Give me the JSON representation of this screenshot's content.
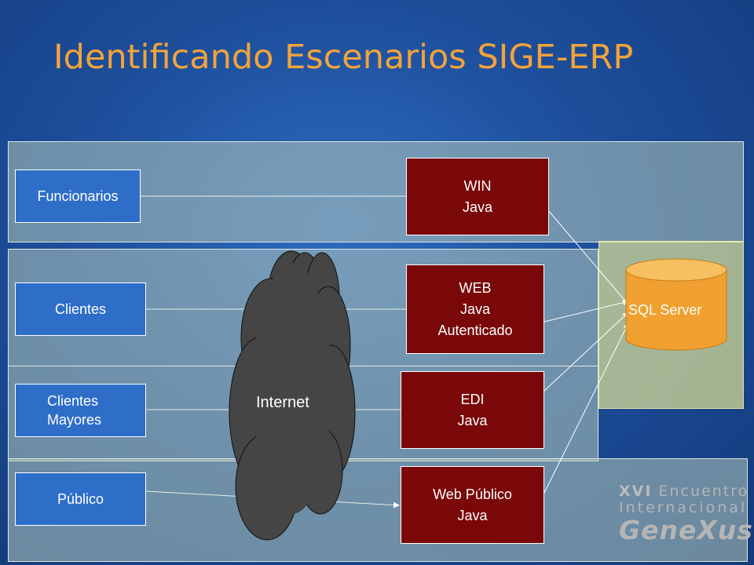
{
  "title": "Identificando Escenarios SIGE-ERP",
  "colors": {
    "title": "#f2a33a",
    "actor": "#2e6ec9",
    "system": "#7a0808",
    "cloud": "#454545",
    "database": "#f0a030",
    "lane": "#b4c8b9",
    "db_zone": "#f0f096"
  },
  "actors": [
    {
      "id": "funcionarios",
      "label": "Funcionarios"
    },
    {
      "id": "clientes",
      "label": "Clientes"
    },
    {
      "id": "clientes_mayores",
      "line1": "Clientes",
      "line2": "Mayores"
    },
    {
      "id": "publico",
      "label": "Público"
    }
  ],
  "systems": [
    {
      "id": "win",
      "lines": [
        "WIN",
        "Java"
      ]
    },
    {
      "id": "web",
      "lines": [
        "WEB",
        "Java",
        "Autenticado"
      ]
    },
    {
      "id": "edi",
      "lines": [
        "EDI",
        "Java"
      ]
    },
    {
      "id": "web_publico",
      "lines": [
        "Web Público",
        "Java"
      ]
    }
  ],
  "cloud": {
    "label": "Internet",
    "icon": "cloud-icon"
  },
  "database": {
    "label": "SQL Server",
    "icon": "database-cylinder-icon"
  },
  "logo": {
    "line1_bold": "XVI",
    "line1_rest": "Encuentro",
    "line2": "Internacional",
    "brand": "GeneXus"
  }
}
